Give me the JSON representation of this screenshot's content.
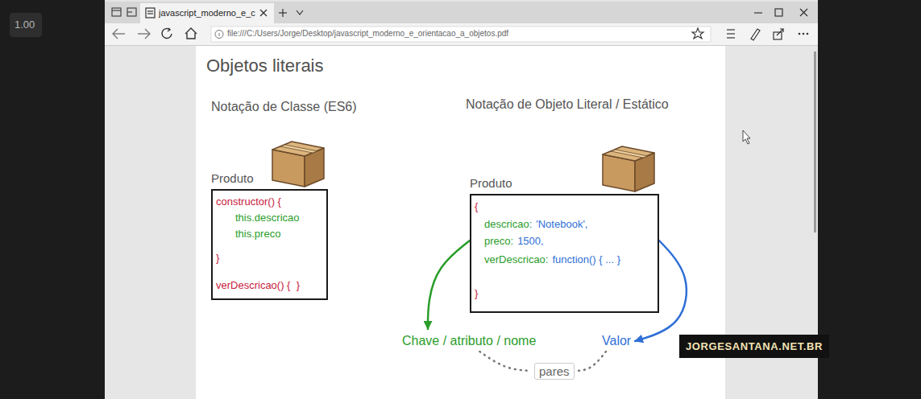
{
  "diagram": {
    "title": "Objetos literais",
    "nodes": [
      {
        "text": [
          "Produto",
          "constructor() {",
          "this.descricao",
          "this.preco",
          "}",
          "verDescricao() {  }"
        ]
      },
      {
        "text": [
          "Produto",
          "{",
          "descricao:",
          "'Notebook',",
          "preco:",
          "1500,",
          "verDescricao:",
          "function() { ... }",
          "}"
        ]
      },
      {
        "text": [
          "Chave / atributo / nome"
        ]
      },
      {
        "text": [
          "Valor"
        ]
      },
      {
        "text": [
          "pares"
        ]
      }
    ],
    "edges": [
      {
        "from": 1,
        "to": 2,
        "arrow": "to"
      },
      {
        "from": 1,
        "to": 3,
        "arrow": "to"
      },
      {
        "from": 2,
        "to": 4,
        "arrow": "none"
      },
      {
        "from": 3,
        "to": 4,
        "arrow": "none"
      }
    ],
    "labels": [
      "1.00",
      "javascript_moderno_e_c",
      "file:///C:/Users/Jorge/Desktop/javascript_moderno_e_orientacao_a_objetos.pdf",
      "Notação de Classe (ES6)",
      "Notação de Objeto Literal / Estático",
      "JORGESANTANA.NET.BR"
    ]
  }
}
